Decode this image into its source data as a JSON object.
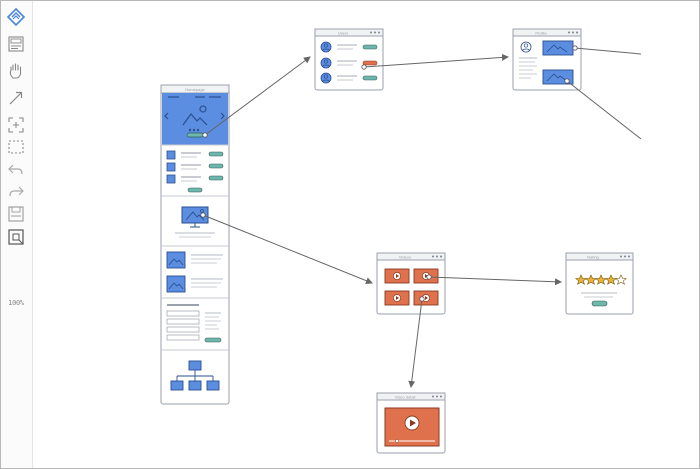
{
  "toolbar": {
    "tools": [
      {
        "name": "logo-tool",
        "icon": "diamond-logo-icon"
      },
      {
        "name": "thumbnail-tool",
        "icon": "page-thumbnail-icon"
      },
      {
        "name": "pan-tool",
        "icon": "hand-icon"
      },
      {
        "name": "connector-tool",
        "icon": "arrow-diagonal-icon"
      },
      {
        "name": "add-frame-tool",
        "icon": "frame-plus-icon"
      },
      {
        "name": "select-tool",
        "icon": "dashed-select-icon"
      },
      {
        "name": "undo-tool",
        "icon": "undo-icon"
      },
      {
        "name": "redo-tool",
        "icon": "redo-icon"
      },
      {
        "name": "save-tool",
        "icon": "save-icon"
      },
      {
        "name": "fit-tool",
        "icon": "fit-selection-icon"
      }
    ],
    "zoom_label": "100%"
  },
  "colors": {
    "accent_blue": "#5b8de0",
    "accent_teal": "#6fb6ad",
    "video_orange": "#e0714d",
    "stroke_gray": "#7a8391",
    "arrow_gray": "#666666",
    "star_gold": "#e8b23b"
  },
  "screens": {
    "landing": {
      "title": "Homepage"
    },
    "users": {
      "title": "Users"
    },
    "profile": {
      "title": "Profile"
    },
    "videos": {
      "title": "Videos"
    },
    "video_detail": {
      "title": "Video detail"
    },
    "rating": {
      "title": "Rating"
    }
  }
}
